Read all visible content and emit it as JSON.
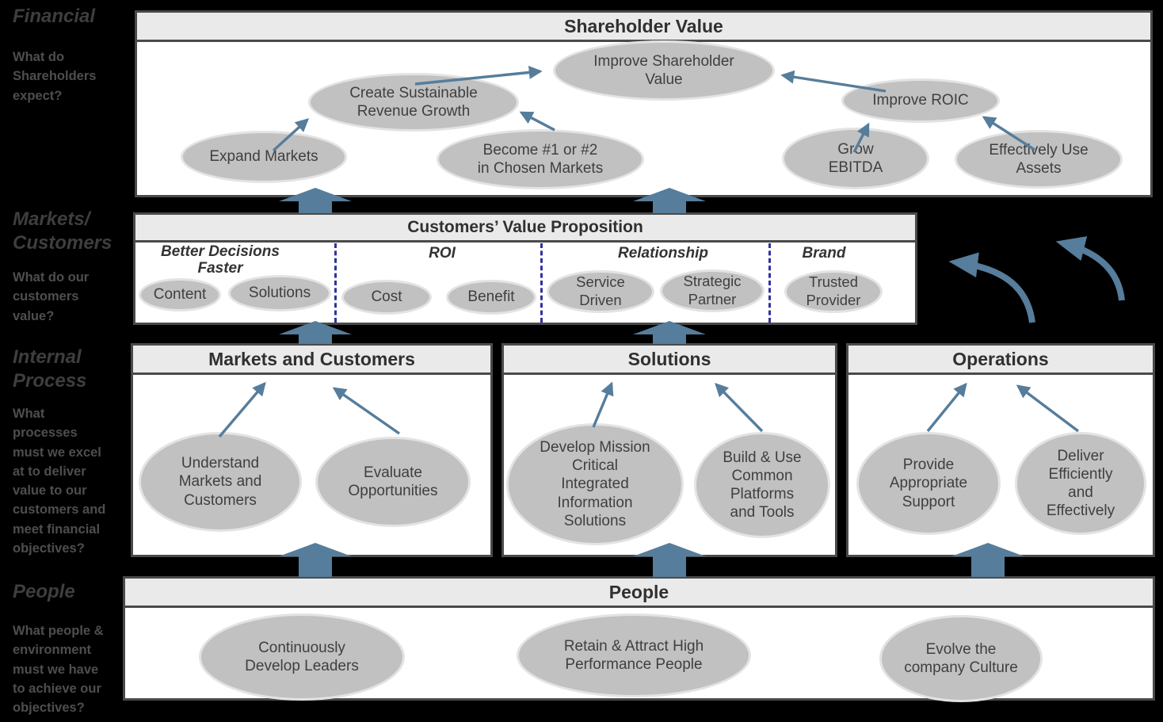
{
  "colors": {
    "accent": "#567d9b",
    "node_fill": "#c1c1c1",
    "node_border": "#e3e3e3",
    "header_bg": "#eaeaea",
    "box_border": "#4a4a4a",
    "text": "#3f3f3f",
    "left_heading": "#3e3e3e",
    "left_text": "#4e4e4e",
    "divider": "#31329f",
    "background": "#000000"
  },
  "left_panel": {
    "sections": [
      {
        "heading": "Financial",
        "question": "What do\nShareholders\nexpect?"
      },
      {
        "heading": "Markets/\nCustomers",
        "question": "What do our\ncustomers\nvalue?"
      },
      {
        "heading": "Internal\nProcess",
        "question": "What\nprocesses\nmust we excel\nat to deliver\nvalue to our\ncustomers and\nmeet financial\nobjectives?"
      },
      {
        "heading": "People",
        "question": "What people &\nenvironment\nmust we have\nto achieve our\nobjectives?"
      }
    ]
  },
  "financial": {
    "title": "Shareholder Value",
    "nodes": [
      "Improve Shareholder\nValue",
      "Create Sustainable\nRevenue Growth",
      "Improve ROIC",
      "Expand Markets",
      "Become #1 or #2\nin Chosen Markets",
      "Grow\nEBITDA",
      "Effectively Use\nAssets"
    ]
  },
  "cvp": {
    "title": "Customers’ Value Proposition",
    "columns": [
      {
        "label": "Better Decisions\nFaster",
        "nodes": [
          "Content",
          "Solutions"
        ]
      },
      {
        "label": "ROI",
        "nodes": [
          "Cost",
          "Benefit"
        ]
      },
      {
        "label": "Relationship",
        "nodes": [
          "Service\nDriven",
          "Strategic\nPartner"
        ]
      },
      {
        "label": "Brand",
        "nodes": [
          "Trusted\nProvider"
        ]
      }
    ]
  },
  "internal": {
    "boxes": [
      {
        "title": "Markets and Customers",
        "nodes": [
          "Understand\nMarkets and\nCustomers",
          "Evaluate\nOpportunities"
        ]
      },
      {
        "title": "Solutions",
        "nodes": [
          "Develop Mission\nCritical\nIntegrated\nInformation\nSolutions",
          "Build & Use\nCommon\nPlatforms\nand Tools"
        ]
      },
      {
        "title": "Operations",
        "nodes": [
          "Provide\nAppropriate\nSupport",
          "Deliver\nEfficiently\nand\nEffectively"
        ]
      }
    ]
  },
  "people": {
    "title": "People",
    "nodes": [
      "Continuously\nDevelop Leaders",
      "Retain & Attract High\nPerformance People",
      "Evolve the\ncompany Culture"
    ]
  }
}
